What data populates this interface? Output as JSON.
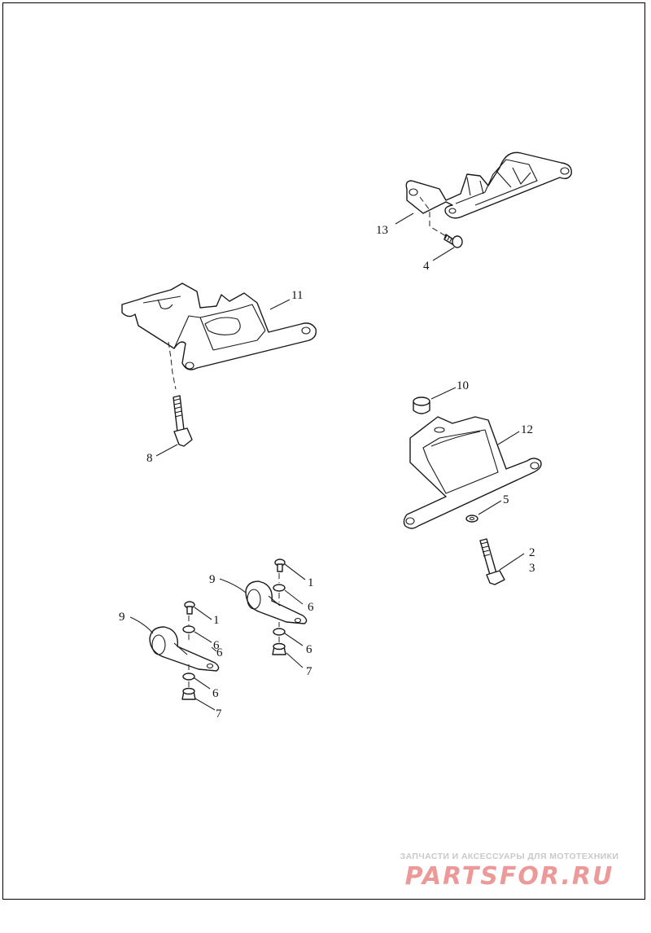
{
  "callouts": {
    "c1a": "1",
    "c1b": "1",
    "c2": "2",
    "c3": "3",
    "c4": "4",
    "c5": "5",
    "c6a": "6",
    "c6b": "6",
    "c6c": "6",
    "c6d": "6",
    "c6e": "6",
    "c7a": "7",
    "c7b": "7",
    "c8": "8",
    "c9a": "9",
    "c9b": "9",
    "c10": "10",
    "c11": "11",
    "c12": "12",
    "c13": "13"
  },
  "watermark": {
    "tagline": "ЗАПЧАСТИ И АКСЕССУАРЫ ДЛЯ МОТОТЕХНИКИ",
    "logo": "PARTSFOR.RU"
  }
}
